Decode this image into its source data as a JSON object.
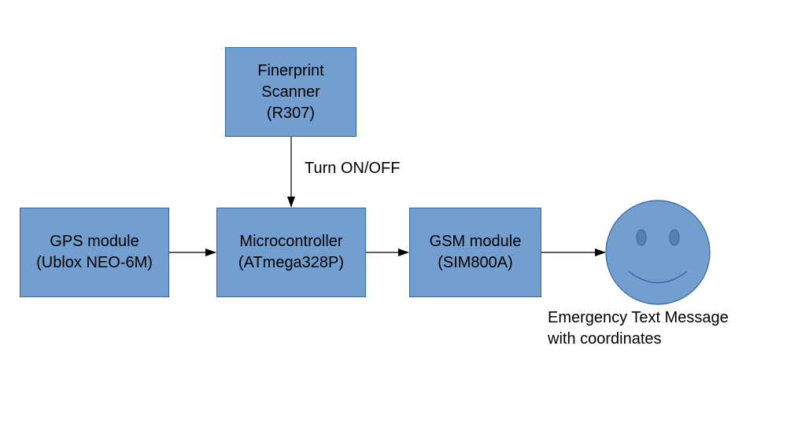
{
  "nodes": {
    "fingerprint": {
      "line1": "Finerprint",
      "line2": "Scanner",
      "line3": "(R307)"
    },
    "gps": {
      "line1": "GPS module",
      "line2": "(Ublox NEO-6M)"
    },
    "microcontroller": {
      "line1": "Microcontroller",
      "line2": "(ATmega328P)"
    },
    "gsm": {
      "line1": "GSM module",
      "line2": "(SIM800A)"
    }
  },
  "edges": {
    "fingerprint_to_mcu": {
      "label": "Turn ON/OFF"
    }
  },
  "output": {
    "line1": "Emergency Text Message",
    "line2": "with coordinates",
    "icon": "smiley-face-icon"
  },
  "colors": {
    "box_fill": "#729fcf",
    "box_border": "#3465a4",
    "arrow": "#000000"
  }
}
